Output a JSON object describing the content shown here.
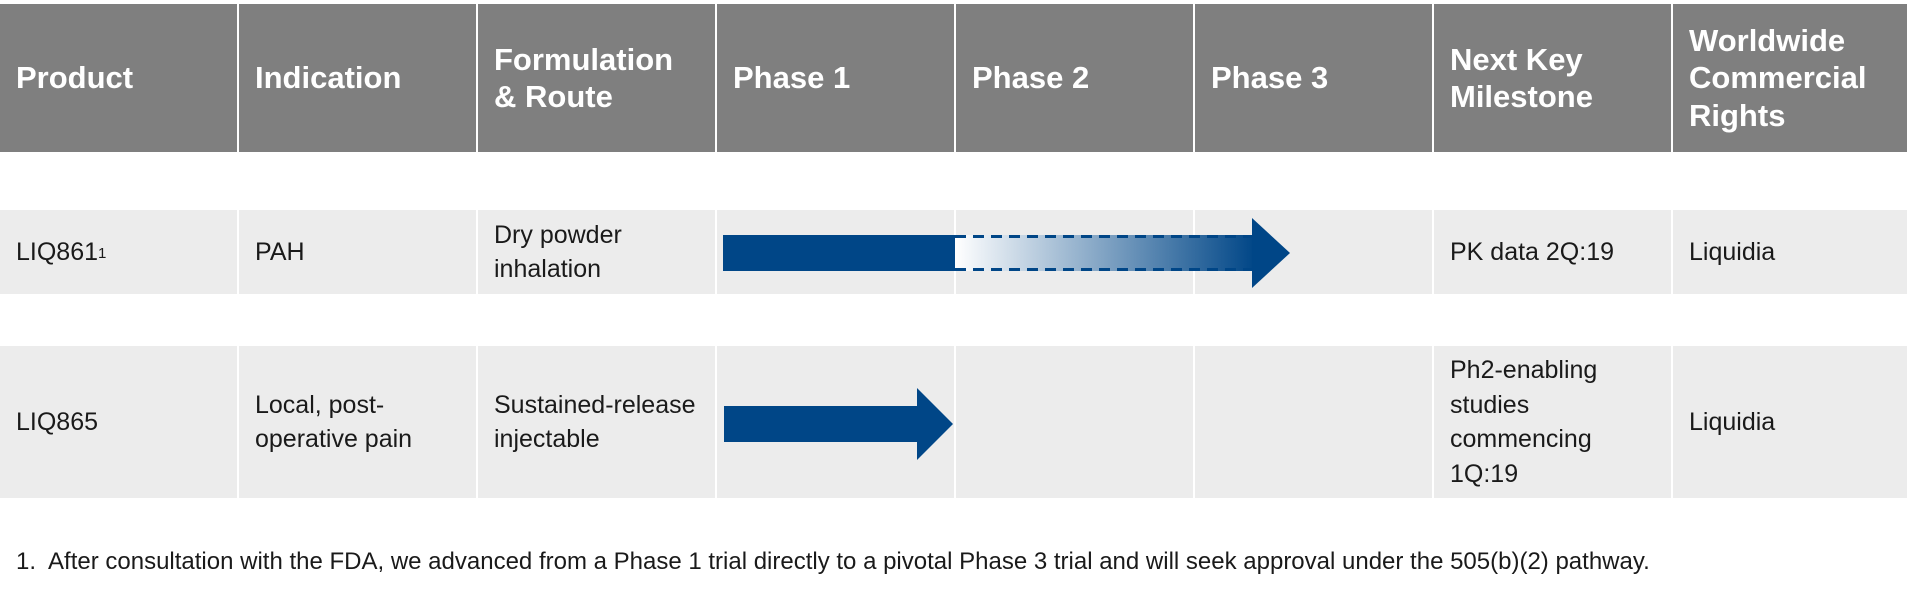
{
  "headers": [
    "Product",
    "Indication",
    "Formulation & Route",
    "Phase 1",
    "Phase 2",
    "Phase 3",
    "Next Key Milestone",
    "Worldwide Commercial Rights"
  ],
  "rows": [
    {
      "product": "LIQ861",
      "product_sup": "1",
      "indication": "PAH",
      "formulation": "Dry powder inhalation",
      "milestone": "PK data 2Q:19",
      "rights": "Liquidia",
      "progress": {
        "solid_through_phase": 1,
        "dashed_through_phase": 3,
        "target_phase": 3
      }
    },
    {
      "product": "LIQ865",
      "indication": "Local, post-operative pain",
      "formulation": "Sustained-release injectable",
      "milestone": "Ph2-enabling studies commencing 1Q:19",
      "rights": "Liquidia",
      "progress": {
        "solid_through_phase": 1
      }
    }
  ],
  "footnote": {
    "number": "1.",
    "text": "After consultation with the FDA, we advanced from a Phase 1 trial directly to a pivotal Phase 3 trial and will seek approval under the 505(b)(2) pathway."
  },
  "colors": {
    "header_bg": "#7f7f7f",
    "row_bg": "#ececec",
    "arrow": "#004687"
  }
}
